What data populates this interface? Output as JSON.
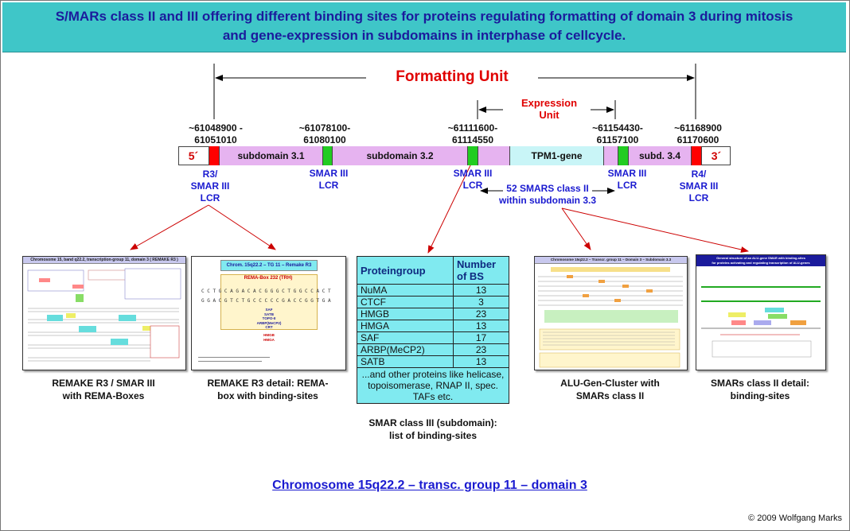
{
  "header": {
    "title_line1": "S/MARs class II and III offering different binding sites for proteins regulating formatting of domain 3 during mitosis",
    "title_line2": "and gene-expression in subdomains in interphase of cellcycle."
  },
  "formatting_unit": {
    "label": "Formatting Unit"
  },
  "expression_unit": {
    "line1": "Expression",
    "line2": "Unit"
  },
  "coords": [
    {
      "line1": "~61048900 -",
      "line2": "61051010"
    },
    {
      "line1": "~61078100-",
      "line2": "61080100"
    },
    {
      "line1": "~61111600-",
      "line2": "61114550"
    },
    {
      "line1": "~61154430-",
      "line2": "61157100"
    },
    {
      "line1": "~61168900",
      "line2": "61170600"
    }
  ],
  "bar": {
    "five_prime": "5´",
    "three_prime": "3´",
    "segments": [
      "subdomain 3.1",
      "subdomain 3.2",
      "TPM1-gene",
      "subd. 3.4"
    ]
  },
  "bar_labels": {
    "r3": {
      "line1": "R3/",
      "line2": "SMAR III",
      "line3": "LCR"
    },
    "smar1": {
      "line1": "SMAR III",
      "line2": "LCR"
    },
    "smar2": {
      "line1": "SMAR III",
      "line2": "LCR"
    },
    "smar3": {
      "line1": "SMAR III",
      "line2": "LCR"
    },
    "r4": {
      "line1": "R4/",
      "line2": "SMAR III",
      "line3": "LCR"
    },
    "class2": {
      "line1": "52 SMARS class II",
      "line2": "within subdomain 3.3"
    }
  },
  "thumbnails": {
    "t1": {
      "title": "Chromosome 15, band q22.2, transcription-group 11, domain 3 ( REMAKE R3 )",
      "caption1": "REMAKE R3 / SMAR III",
      "caption2": "with REMA-Boxes"
    },
    "t2": {
      "title": "Chrom. 15q22.2 – TG 11 – Remake R3",
      "box": "REMA-Box 232 (TRH)",
      "seq1": "C C T G  C A G A C A C G G G C T G G C C A C T",
      "seq2": "G G A C  G T C T G C C C C C G A C C G G T G A",
      "proteins": [
        "SAF",
        "SATB",
        "TOPO-II",
        "ARBP(MeCP2)",
        "CRT"
      ],
      "proteins2": [
        "HMGB",
        "HMGA"
      ],
      "caption1": "REMAKE R3 detail: REMA-",
      "caption2": "box with binding-sites"
    },
    "t4": {
      "title": "Chromosome 15q22.2 – Transcr. group 11 – Domain 3 – Subdomain 3.3",
      "caption1": "ALU-Gen-Cluster with",
      "caption2": "SMARs class II"
    },
    "t5": {
      "title": "General structure of an ALU-gene SMAR with binding-sites",
      "title2": "for proteins activating and regulating transcription of ALU-genes",
      "caption1": "SMARs class II detail:",
      "caption2": "binding-sites"
    }
  },
  "protein_table": {
    "header_col1": "Proteingroup",
    "header_col2": "Number of BS",
    "rows": [
      {
        "name": "NuMA",
        "value": "13"
      },
      {
        "name": "CTCF",
        "value": "3"
      },
      {
        "name": "HMGB",
        "value": "23"
      },
      {
        "name": "HMGA",
        "value": "13"
      },
      {
        "name": "SAF",
        "value": "17"
      },
      {
        "name": "ARBP(MeCP2)",
        "value": "23"
      },
      {
        "name": "SATB",
        "value": "13"
      }
    ],
    "note": "...and other proteins like helicase, topoisomerase, RNAP II, spec. TAFs etc.",
    "caption1": "SMAR class III (subdomain):",
    "caption2": "list of binding-sites"
  },
  "footer": {
    "link": "Chromosome 15q22.2 – transc. group 11 – domain 3",
    "copyright": "© 2009 Wolfgang Marks"
  },
  "colors": {
    "header_bg": "#3fc6c8",
    "title_text": "#1b1b9c",
    "red_marker": "#ff0000",
    "green_marker": "#22cc22",
    "pink_segment": "#e6b3f0",
    "cyan_segment": "#c9f5f7",
    "label_blue": "#1a1ad0"
  }
}
